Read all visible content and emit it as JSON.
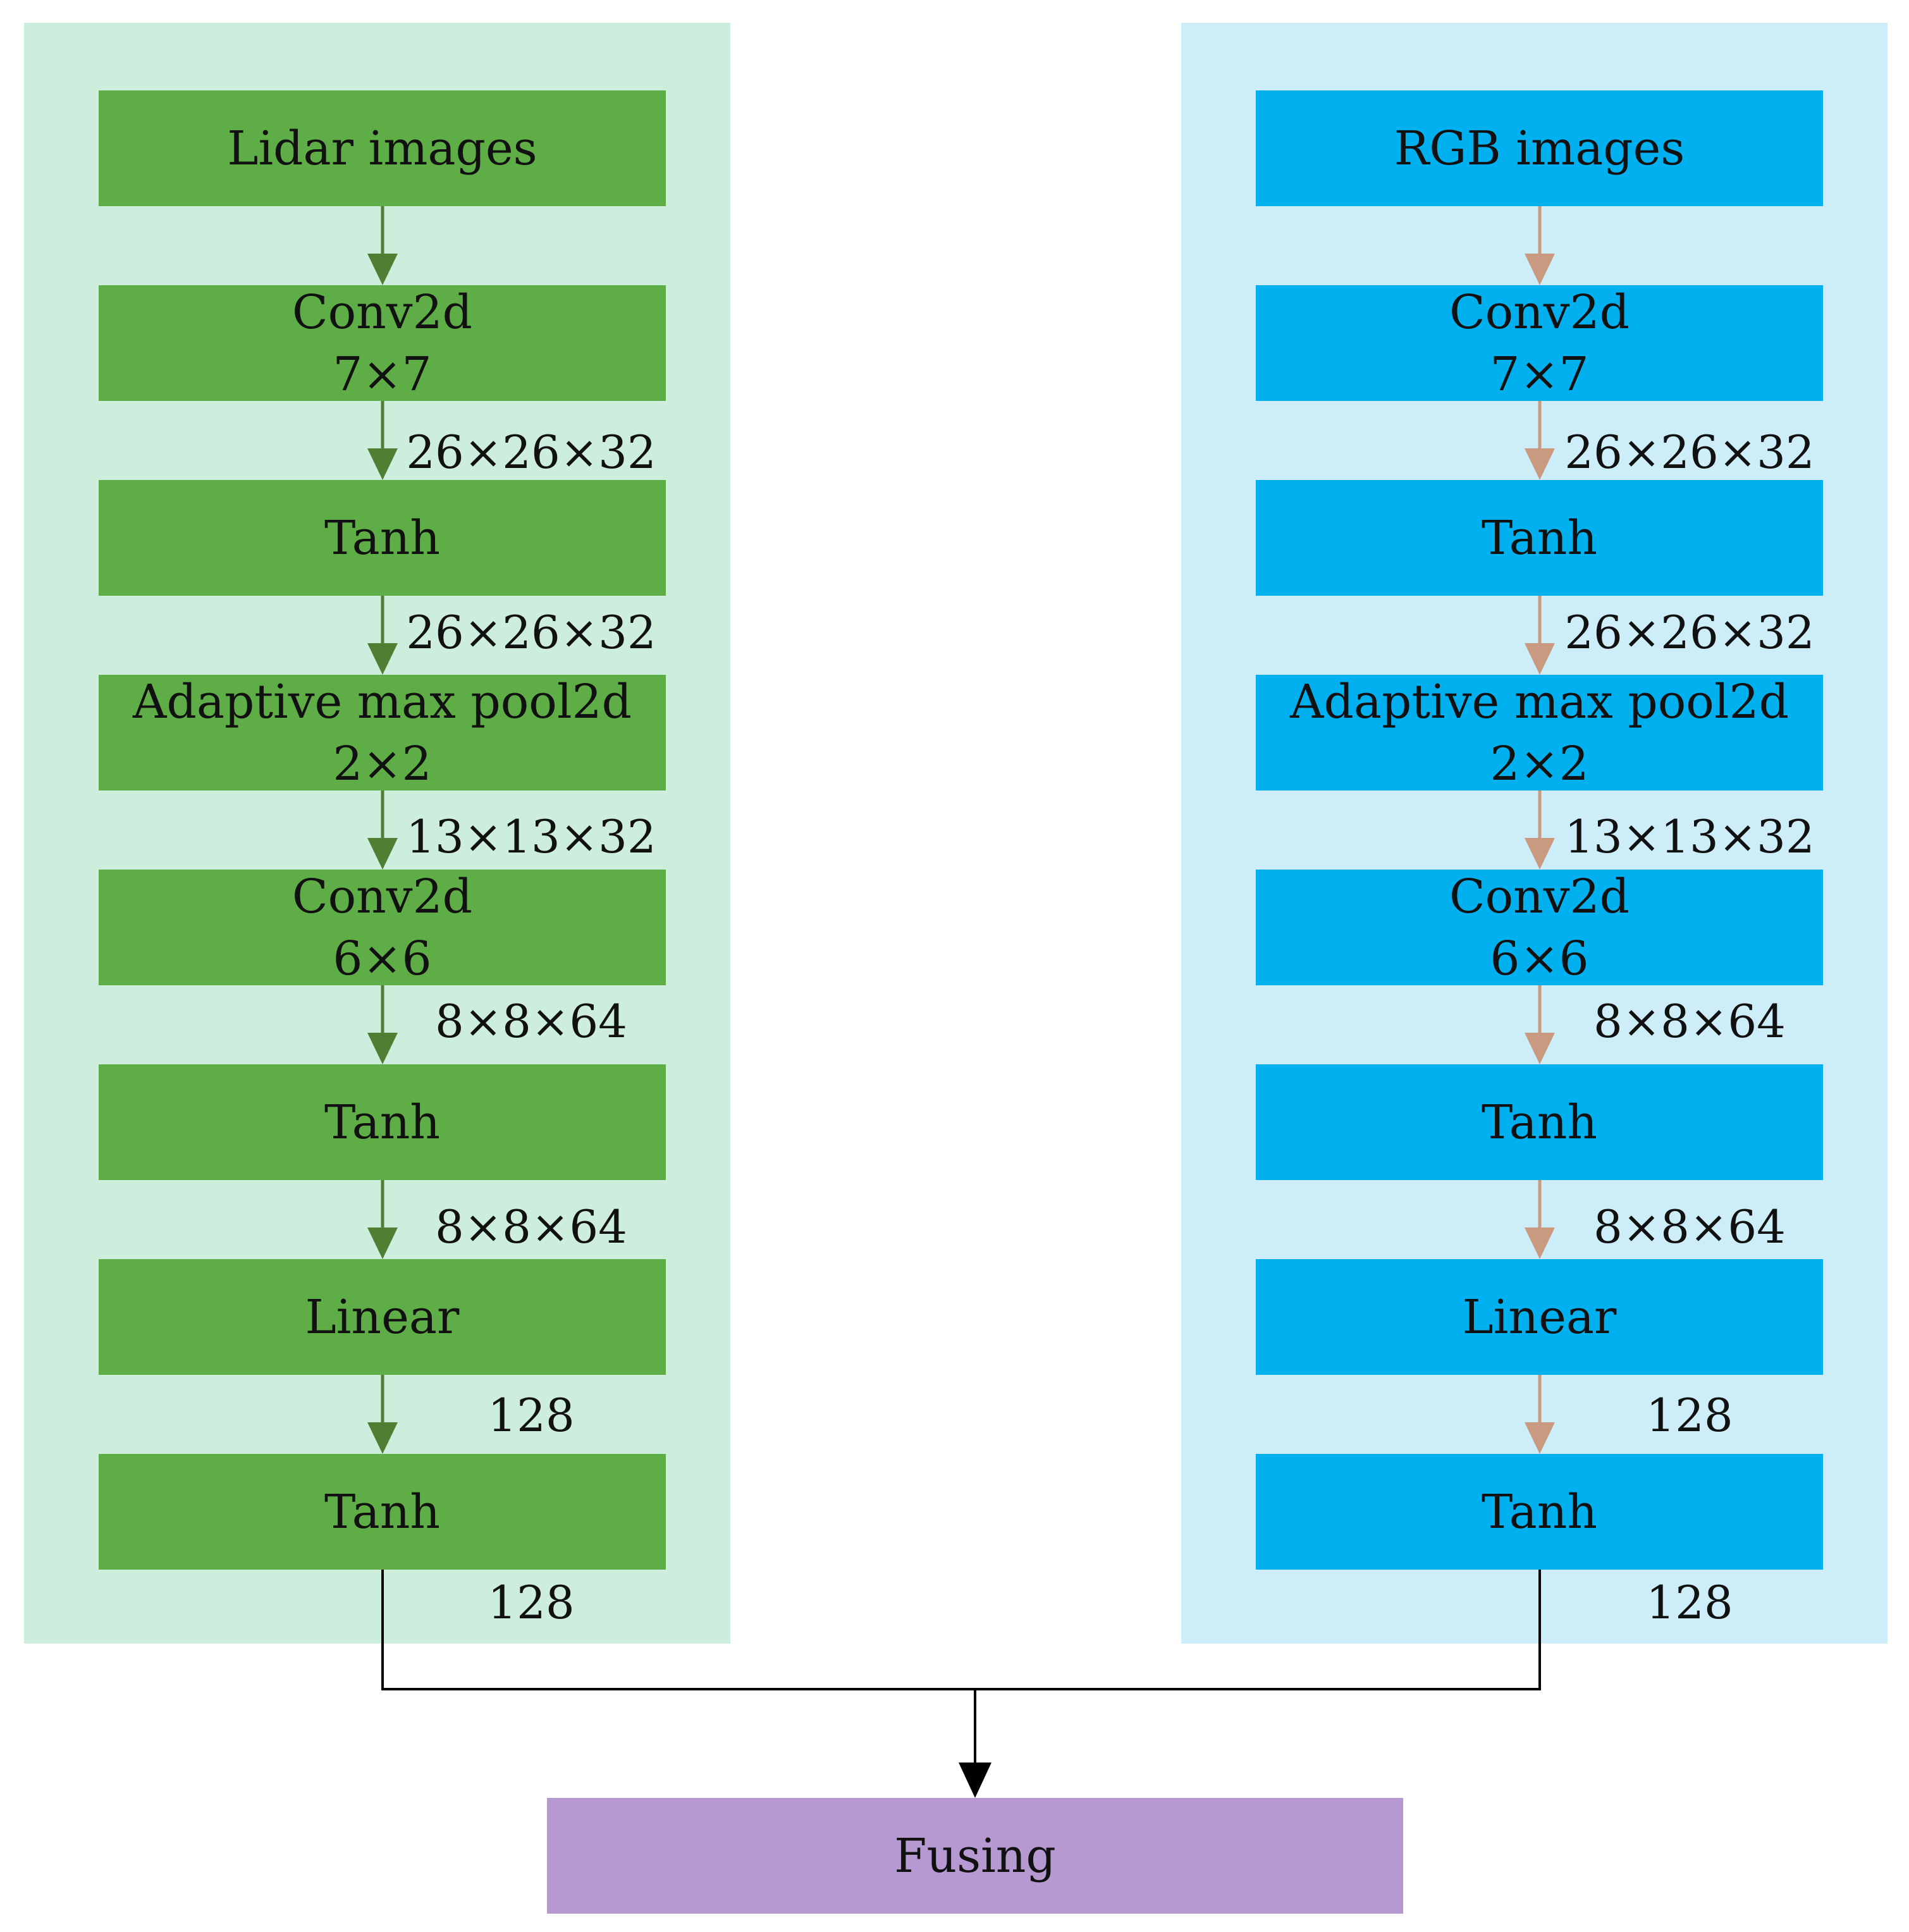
{
  "colors": {
    "left_panel": "#cdeedd",
    "left_box": "#5fad46",
    "left_arrow": "#4e7f33",
    "right_panel": "#cdeef9",
    "right_box": "#01b0ef",
    "right_arrow": "#c99a7f",
    "fusing_box": "#b699d0",
    "connector": "#000000"
  },
  "left": {
    "blocks": [
      {
        "line1": "Lidar images",
        "line2": ""
      },
      {
        "line1": "Conv2d",
        "line2": "7×7"
      },
      {
        "line1": "Tanh",
        "line2": ""
      },
      {
        "line1": "Adaptive max pool2d",
        "line2": "2×2"
      },
      {
        "line1": "Conv2d",
        "line2": "6×6"
      },
      {
        "line1": "Tanh",
        "line2": ""
      },
      {
        "line1": "Linear",
        "line2": ""
      },
      {
        "line1": "Tanh",
        "line2": ""
      }
    ],
    "dims": [
      "26×26×32",
      "26×26×32",
      "13×13×32",
      "8×8×64",
      "8×8×64",
      "128",
      "128"
    ]
  },
  "right": {
    "blocks": [
      {
        "line1": "RGB images",
        "line2": ""
      },
      {
        "line1": "Conv2d",
        "line2": "7×7"
      },
      {
        "line1": "Tanh",
        "line2": ""
      },
      {
        "line1": "Adaptive max pool2d",
        "line2": "2×2"
      },
      {
        "line1": "Conv2d",
        "line2": "6×6"
      },
      {
        "line1": "Tanh",
        "line2": ""
      },
      {
        "line1": "Linear",
        "line2": ""
      },
      {
        "line1": "Tanh",
        "line2": ""
      }
    ],
    "dims": [
      "26×26×32",
      "26×26×32",
      "13×13×32",
      "8×8×64",
      "8×8×64",
      "128",
      "128"
    ]
  },
  "fusing": {
    "label": "Fusing"
  }
}
